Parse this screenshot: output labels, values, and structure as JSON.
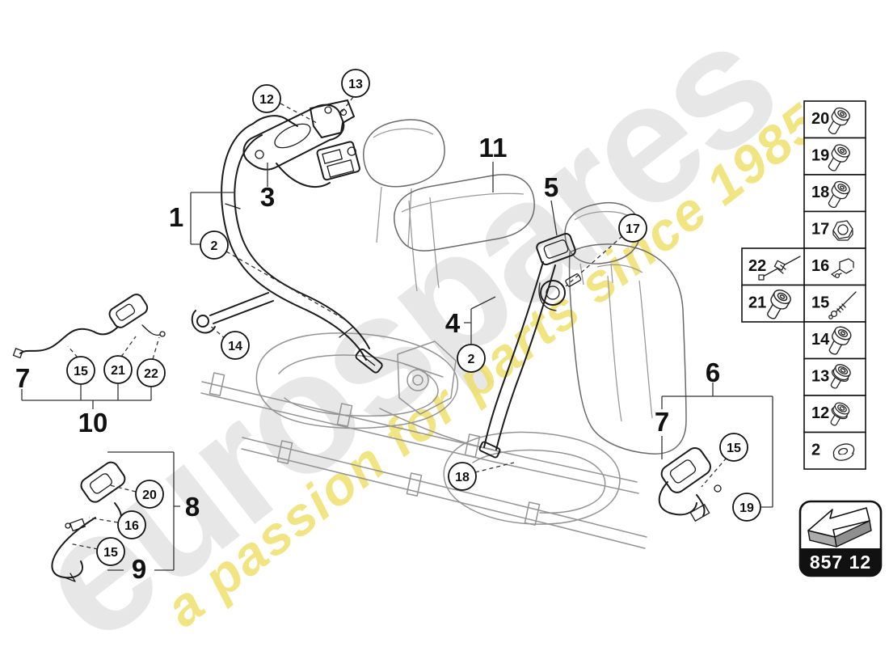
{
  "watermark": {
    "brand": "eurospares",
    "tagline": "a passion for parts since 1985",
    "brand_color": "#e7e7e7",
    "tagline_color": "#eede63"
  },
  "diagram": {
    "title_hint": "rear seat belts parts diagram",
    "callouts": [
      {
        "number": "12"
      },
      {
        "number": "13"
      },
      {
        "number": "2"
      },
      {
        "number": "14"
      },
      {
        "number": "17"
      },
      {
        "number": "2"
      },
      {
        "number": "18"
      },
      {
        "number": "15"
      },
      {
        "number": "21"
      },
      {
        "number": "22"
      },
      {
        "number": "20"
      },
      {
        "number": "16"
      },
      {
        "number": "15"
      },
      {
        "number": "15"
      },
      {
        "number": "19"
      }
    ],
    "labels": [
      {
        "text": "1"
      },
      {
        "text": "3"
      },
      {
        "text": "11"
      },
      {
        "text": "5"
      },
      {
        "text": "4"
      },
      {
        "text": "7"
      },
      {
        "text": "10"
      },
      {
        "text": "8"
      },
      {
        "text": "9"
      },
      {
        "text": "6"
      },
      {
        "text": "7"
      }
    ]
  },
  "legend": {
    "main_column": {
      "items": [
        {
          "number": "20",
          "icon": "socket-head-bolt"
        },
        {
          "number": "19",
          "icon": "socket-head-bolt"
        },
        {
          "number": "18",
          "icon": "socket-head-bolt"
        },
        {
          "number": "17",
          "icon": "hex-nut"
        },
        {
          "number": "16",
          "icon": "bracket-clip"
        },
        {
          "number": "15",
          "icon": "long-screw"
        },
        {
          "number": "14",
          "icon": "shoulder-bolt"
        },
        {
          "number": "13",
          "icon": "flanged-bolt"
        },
        {
          "number": "12",
          "icon": "flanged-bolt"
        },
        {
          "number": "2",
          "icon": "washer"
        }
      ]
    },
    "side_column": {
      "items": [
        {
          "number": "22",
          "icon": "cable-tie"
        },
        {
          "number": "21",
          "icon": "socket-head-bolt"
        }
      ]
    }
  },
  "footer": {
    "part_code": "857 12",
    "code_bg": "#111111"
  },
  "colors": {
    "line_art": "#1b1b1b",
    "frame_gray": "#949494",
    "background": "#ffffff"
  }
}
